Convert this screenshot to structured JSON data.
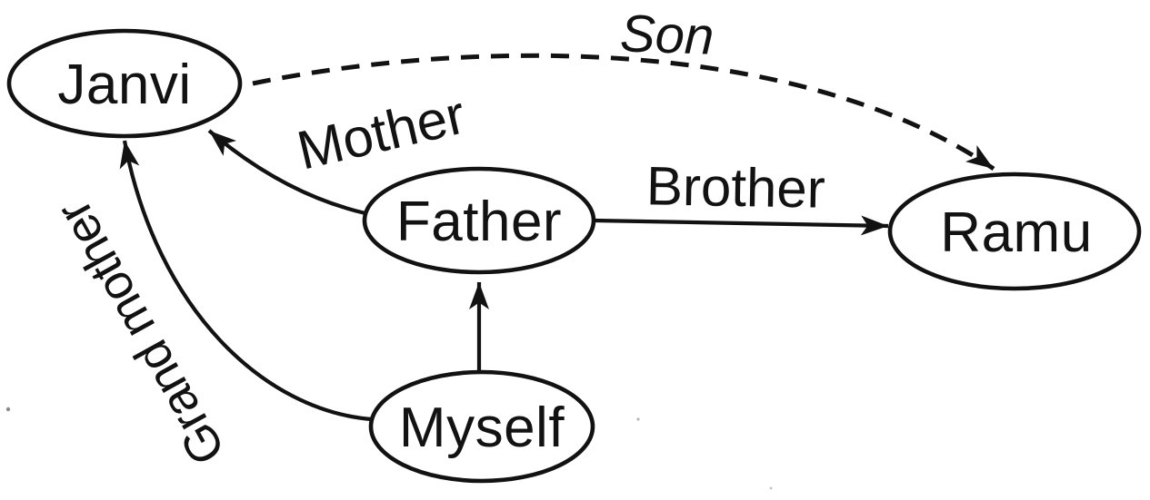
{
  "diagram": {
    "title": "Family relationship diagram",
    "background": "#ffffff",
    "ink": "#121212",
    "nodes": [
      {
        "id": "janvi",
        "label": "Janvi"
      },
      {
        "id": "father",
        "label": "Father"
      },
      {
        "id": "ramu",
        "label": "Ramu"
      },
      {
        "id": "myself",
        "label": "Myself"
      }
    ],
    "edges": [
      {
        "id": "mother",
        "label": "Mother",
        "from": "Father",
        "to": "Janvi",
        "line": "solid"
      },
      {
        "id": "brother",
        "label": "Brother",
        "from": "Father",
        "to": "Ramu",
        "line": "solid"
      },
      {
        "id": "son",
        "label": "Son",
        "from": "Janvi",
        "to": "Ramu",
        "line": "dashed"
      },
      {
        "id": "grandmother",
        "label": "Grand mother",
        "from": "Myself",
        "to": "Janvi",
        "line": "solid"
      },
      {
        "id": "father-link",
        "label": "",
        "from": "Myself",
        "to": "Father",
        "line": "solid"
      }
    ]
  }
}
